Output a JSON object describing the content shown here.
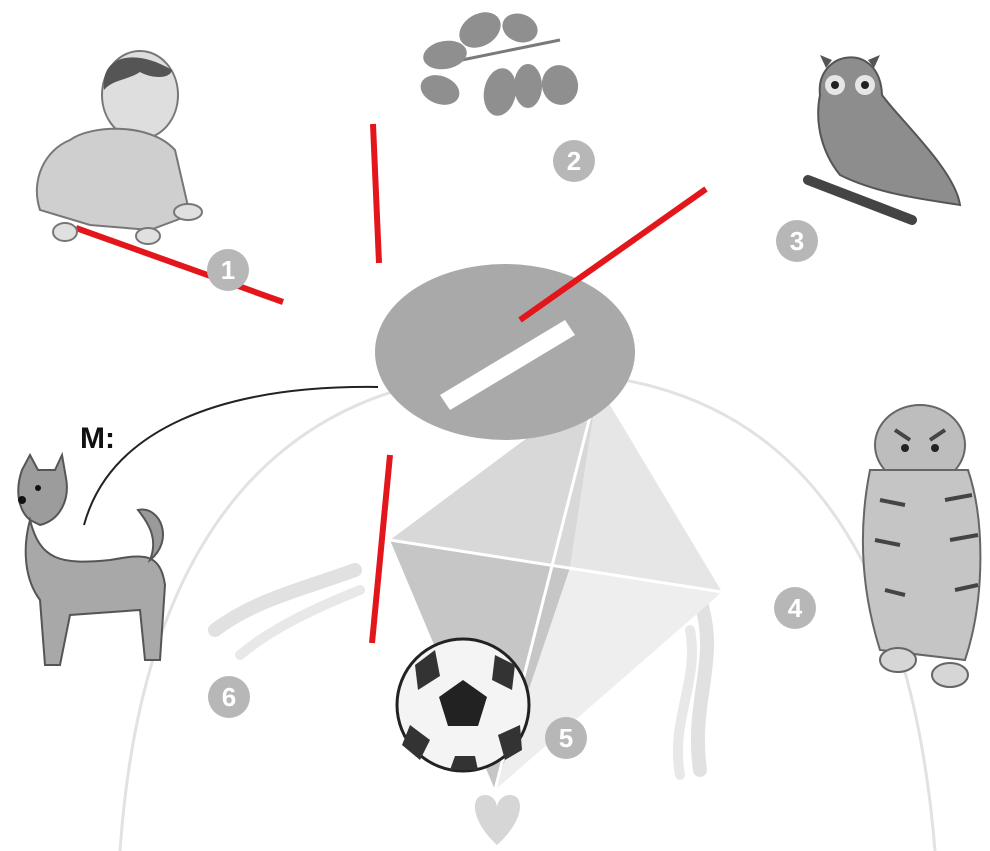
{
  "label": "M:",
  "items": [
    {
      "n": "1",
      "picture": "baby"
    },
    {
      "n": "2",
      "picture": "leaves"
    },
    {
      "n": "3",
      "picture": "owl"
    },
    {
      "n": "4",
      "picture": "tiger"
    },
    {
      "n": "5",
      "picture": "football"
    },
    {
      "n": "6",
      "picture": "kite"
    }
  ],
  "example": {
    "picture": "dog"
  },
  "colors": {
    "line": "#e3161b",
    "badge": "#b7b7b7",
    "ellipse": "#a9a9a9",
    "background": "#ffffff"
  }
}
